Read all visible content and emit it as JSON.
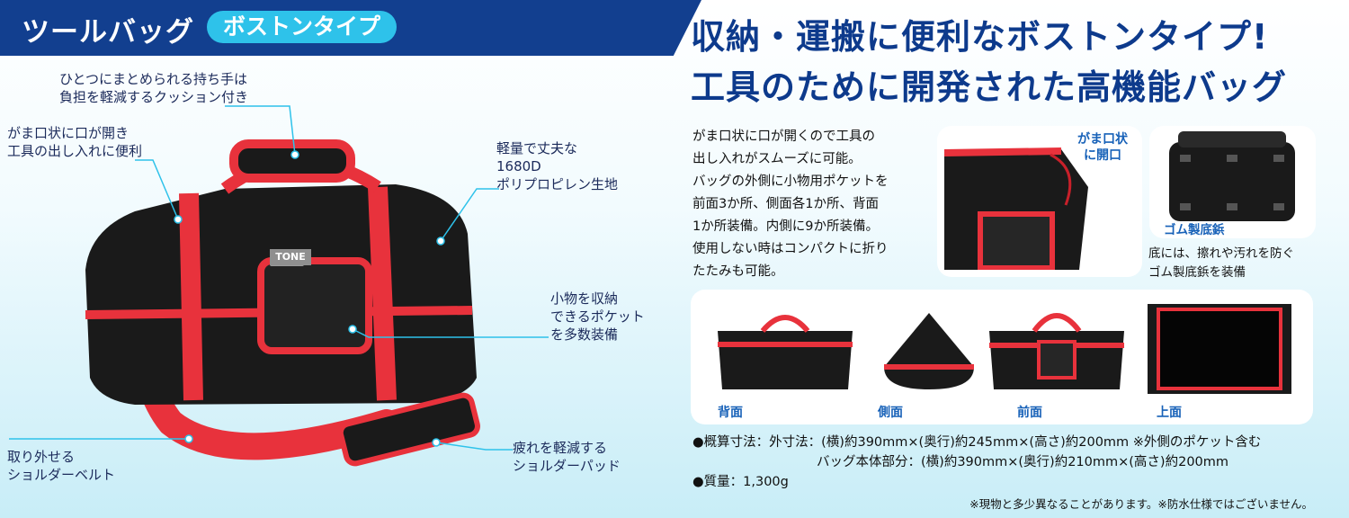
{
  "header": {
    "title": "ツールバッグ",
    "tag": "ボストンタイプ"
  },
  "callouts": {
    "handle": "ひとつにまとめられる持ち手は\n負担を軽減するクッション付き",
    "mouth": "がま口状に口が開き\n工具の出し入れに便利",
    "fabric": "軽量で丈夫な\n1680D\nポリプロピレン生地",
    "pocket": "小物を収納\nできるポケット\nを多数装備",
    "belt": "取り外せる\nショルダーベルト",
    "pad": "疲れを軽減する\nショルダーパッド"
  },
  "brand_label": "TONE",
  "headline": {
    "line1": "収納・運搬に便利なボストンタイプ!",
    "line2": "工具のために開発された高機能バッグ"
  },
  "description": "がま口状に口が開くので工具の\n出し入れがスムーズに可能。\nバッグの外側に小物用ポケットを\n前面3か所、側面各1か所、背面\n1か所装備。内側に9か所装備。\n使用しない時はコンパクトに折り\nたたみも可能。",
  "open_photo": {
    "label": "がま口状\nに開口"
  },
  "bottom_photo": {
    "label": "ゴム製底鋲",
    "desc": "底には、擦れや汚れを防ぐ\nゴム製底鋲を装備"
  },
  "views": [
    {
      "label": "背面"
    },
    {
      "label": "側面"
    },
    {
      "label": "前面"
    },
    {
      "label": "上面"
    }
  ],
  "specs": {
    "size_label": "●概算寸法：外寸法：(横)約390mm×(奥行)約245mm×(高さ)約200mm ※外側のポケット含む",
    "inner": "バッグ本体部分：(横)約390mm×(奥行)約210mm×(高さ)約200mm",
    "weight": "●質量：1,300g"
  },
  "note": "※現物と多少異なることがあります。※防水仕様ではございません。",
  "colors": {
    "navy": "#123f8f",
    "cyan": "#2ec2ea",
    "bag_red": "#e8323c",
    "bag_black": "#1a1a1a",
    "label_blue": "#1761b8"
  }
}
